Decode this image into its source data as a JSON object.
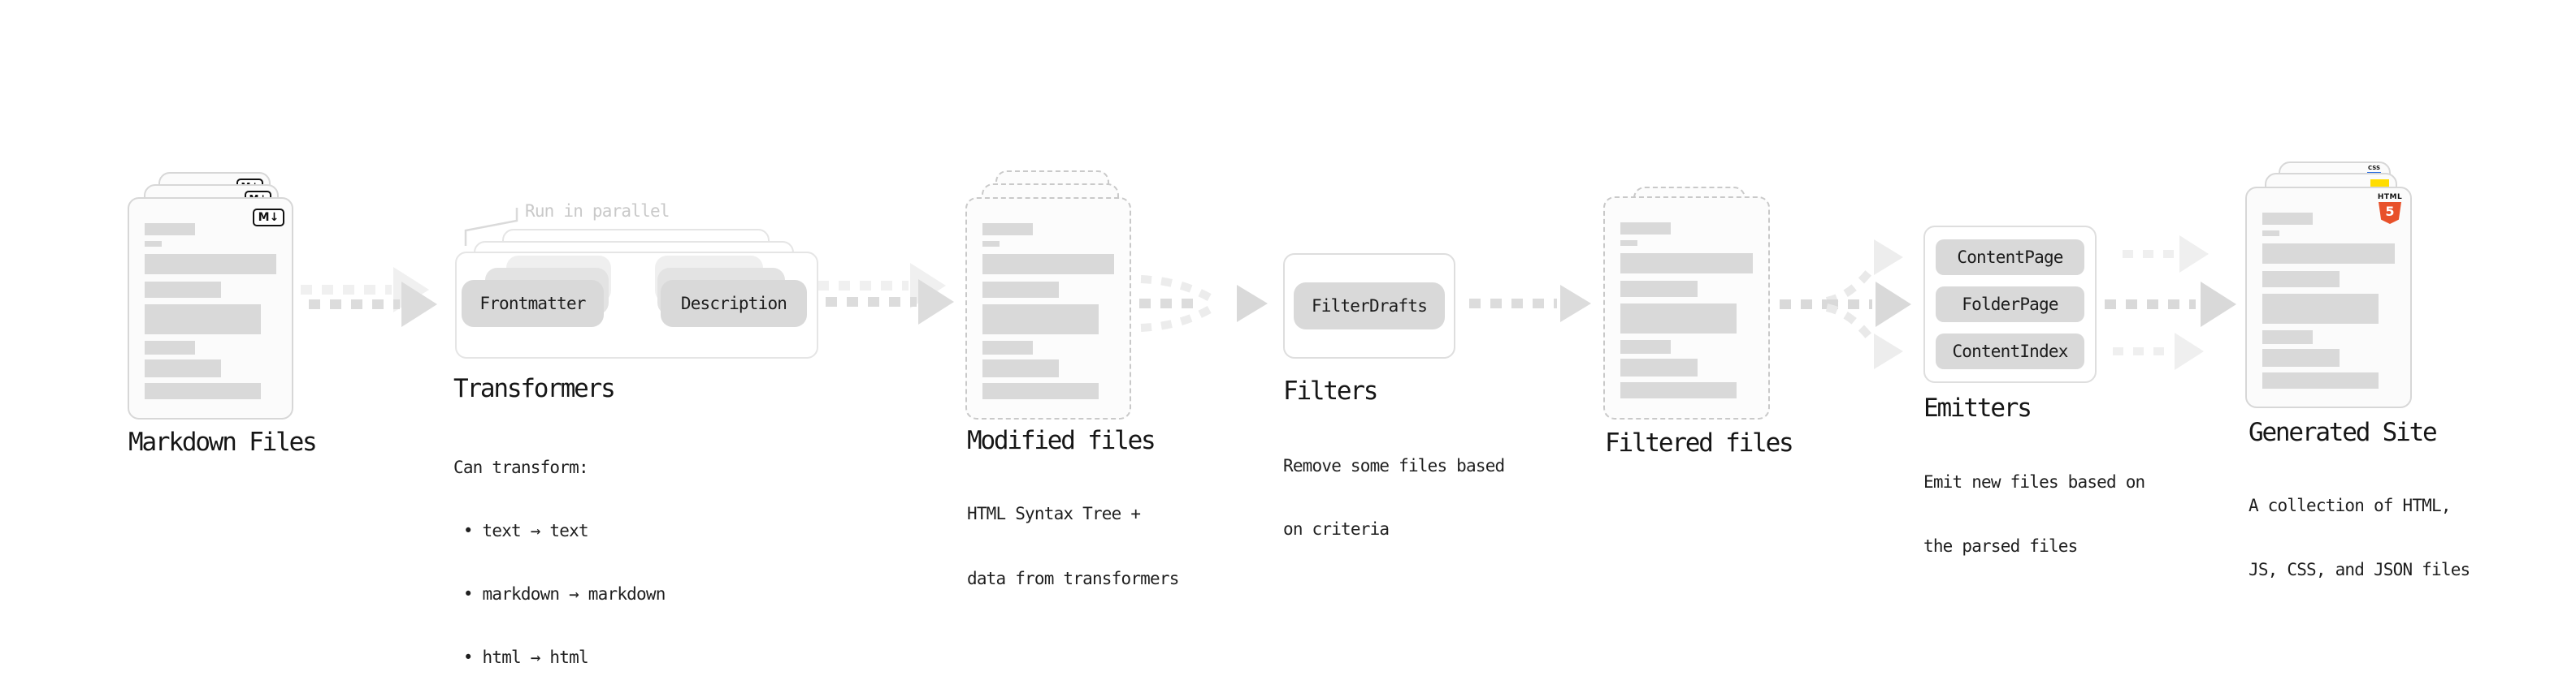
{
  "stages": {
    "markdown": {
      "title": "Markdown Files",
      "icon": "M↓"
    },
    "transformers": {
      "title": "Transformers",
      "annotation": "Run in parallel",
      "buttons": {
        "a": "Frontmatter",
        "b": "Description"
      },
      "caption": [
        "Can transform:",
        " • text → text",
        " • markdown → markdown",
        " • html → html"
      ]
    },
    "modified": {
      "title": "Modified files",
      "caption": [
        "HTML Syntax Tree +",
        "data from transformers"
      ]
    },
    "filters": {
      "title": "Filters",
      "button": "FilterDrafts",
      "caption": [
        "Remove some files based",
        "on criteria"
      ]
    },
    "filtered": {
      "title": "Filtered files"
    },
    "emitters": {
      "title": "Emitters",
      "buttons": [
        "ContentPage",
        "FolderPage",
        "ContentIndex"
      ],
      "caption": [
        "Emit new files based on",
        "the parsed files"
      ]
    },
    "generated": {
      "title": "Generated Site",
      "caption": [
        "A collection of HTML,",
        "JS, CSS, and JSON files"
      ],
      "badges": {
        "html_label": "HTML",
        "html_number": "5",
        "css_label": "CSS"
      }
    }
  },
  "colors": {
    "bar": "#d9d9d9",
    "arrow": "#dcdcdc",
    "arrow_light": "#efefef",
    "html5_orange": "#e8512a",
    "js_yellow": "#ffdd00",
    "css_blue": "#2b6de0"
  }
}
